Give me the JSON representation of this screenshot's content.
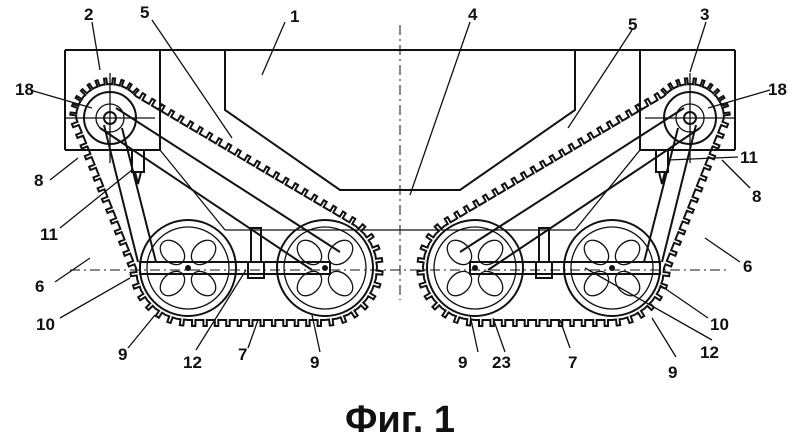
{
  "figure": {
    "caption": "Фиг. 1",
    "labels": {
      "l1": "1",
      "l2": "2",
      "l3": "3",
      "l4": "4",
      "l5a": "5",
      "l5b": "5",
      "l6a": "6",
      "l6b": "6",
      "l7a": "7",
      "l7b": "7",
      "l8a": "8",
      "l8b": "8",
      "l9a": "9",
      "l9b": "9",
      "l9c": "9",
      "l9d": "9",
      "l10a": "10",
      "l10b": "10",
      "l11a": "11",
      "l11b": "11",
      "l12a": "12",
      "l12b": "12",
      "l18a": "18",
      "l18b": "18",
      "l23": "23"
    }
  }
}
